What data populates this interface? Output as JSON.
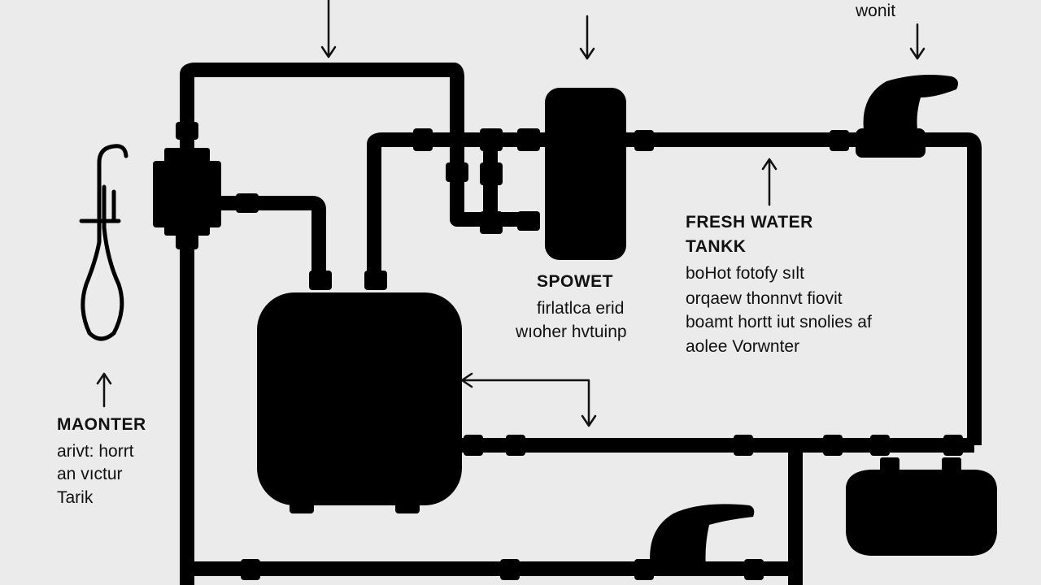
{
  "labels": {
    "top_right": "wonit",
    "fresh_water_tank": {
      "title_line1": "FRESH WATER",
      "title_line2": "TANKK",
      "lines": [
        "boHot fotofy sılt",
        "orqaew thonnvt fiovit",
        "boamt hortt iut snolies af",
        "aolee Vorwnter"
      ]
    },
    "spowet": {
      "title": "SPOWET",
      "lines": [
        "firlatlca erid",
        "wıoher hvtuinp"
      ]
    },
    "mainter": {
      "title": "MAONTER",
      "lines": [
        "arivt: horrt",
        "an vıctur",
        "Tarik"
      ]
    }
  },
  "colors": {
    "line": "#111111",
    "fill": "#000000",
    "background": "#ebebeb"
  }
}
